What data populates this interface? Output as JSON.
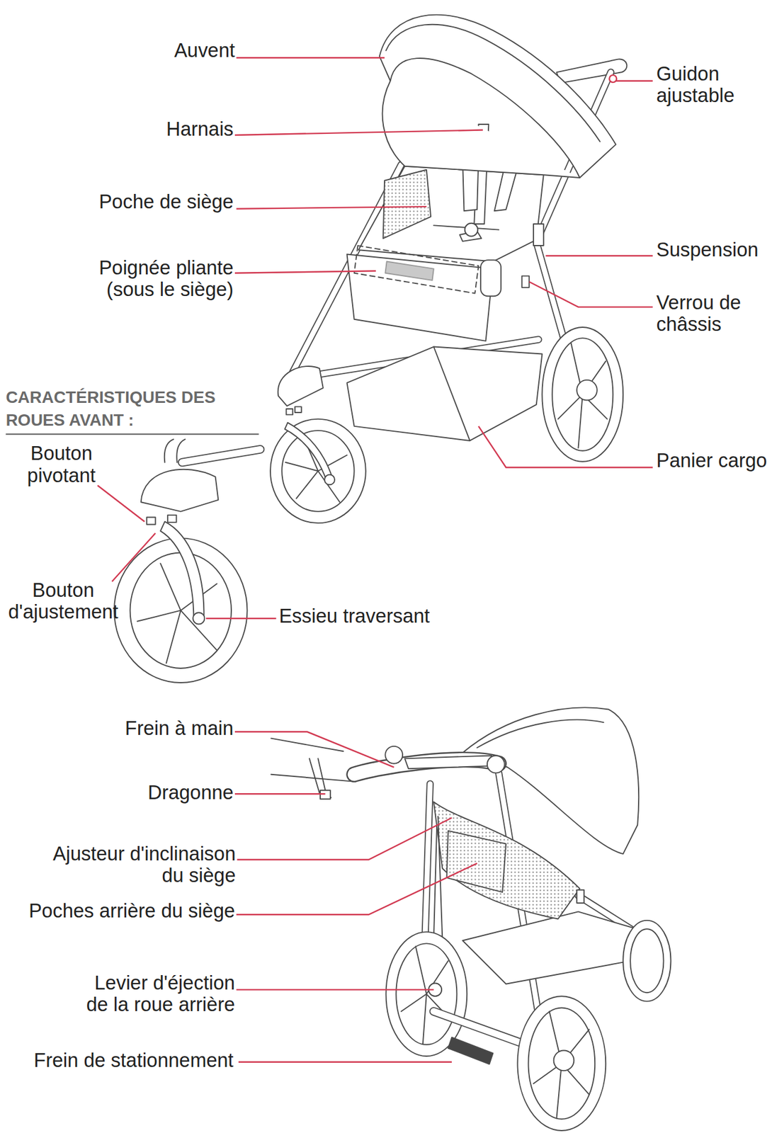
{
  "diagram": {
    "labels": [
      "Auvent",
      "Harnais",
      "Poche de siège",
      "Poignée pliante (sous le siège)",
      "CARACTÉRISTIQUES DES ROUES AVANT :",
      "Bouton pivotant",
      "Bouton d'ajustement",
      "Guidon ajustable",
      "Suspension",
      "Verrou de châssis",
      "Panier cargo",
      "Essieu traversant",
      "Frein à main",
      "Dragonne",
      "Ajusteur d'inclinaison du siège",
      "Poches arrière du siège",
      "Levier d'éjection de la roue arrière",
      "Frein de stationnement"
    ]
  }
}
